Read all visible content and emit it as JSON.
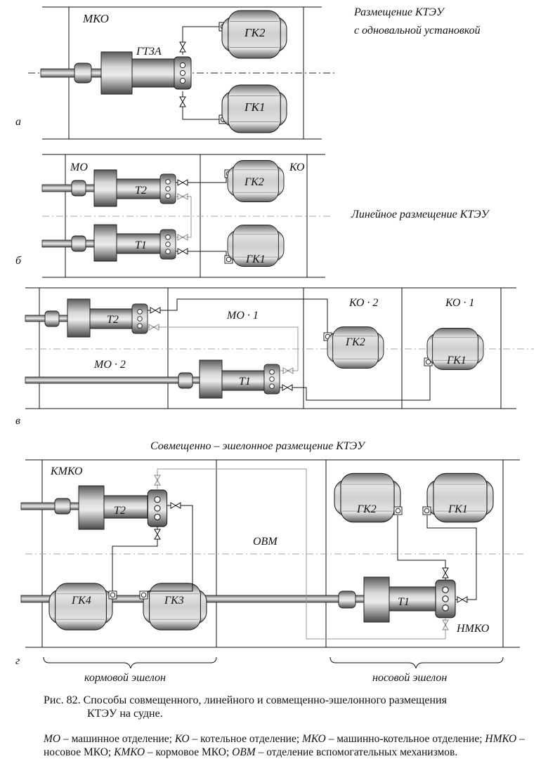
{
  "diagram_a": {
    "letter": "а",
    "title_line1": "Размещение  КТЭУ",
    "title_line2": "с  одновальной  установкой",
    "compartment": "МКО",
    "gear_label": "ГТЗА",
    "boiler1": "ГК2",
    "boiler2": "ГК1"
  },
  "diagram_b": {
    "letter": "б",
    "title": "Линейное  размещение  КТЭУ",
    "engine_room": "МО",
    "boiler_room": "КО",
    "turbine_top": "Т2",
    "turbine_bottom": "Т1",
    "boiler_top": "ГК2",
    "boiler_bottom": "ГК1"
  },
  "diagram_c": {
    "letter": "в",
    "mo2": "МО · 2",
    "mo1": "МО · 1",
    "ko2": "КО · 2",
    "ko1": "КО · 1",
    "turbine_top": "Т2",
    "turbine_bottom": "Т1",
    "boiler_a": "ГК2",
    "boiler_b": "ГК1"
  },
  "diagram_d": {
    "letter": "г",
    "title": "Совмещенно – эшелонное  размещение  КТЭУ",
    "kmko": "КМКО",
    "ovm": "ОВМ",
    "nmko": "НМКО",
    "turbine_aft": "Т2",
    "turbine_fwd": "Т1",
    "boiler_gk4": "ГК4",
    "boiler_gk3": "ГК3",
    "boiler_gk2": "ГК2",
    "boiler_gk1": "ГК1",
    "aft_echelon": "кормовой  эшелон",
    "fwd_echelon": "носовой  эшелон"
  },
  "caption": {
    "line1": "Рис. 82. Способы совмещенного, линейного и совмещенно-эшелонного размещения",
    "line2": "КТЭУ на судне."
  },
  "legend": {
    "mo_abbr": "МО",
    "mo_text": " – машинное отделение;  ",
    "ko_abbr": "КО",
    "ko_text": " – котельное отделение;  ",
    "mko_abbr": "МКО",
    "mko_text": " – машинно-котельное отделение;  ",
    "nmko_abbr": "НМКО",
    "nmko_text": " – носовое МКО;  ",
    "kmko_abbr": "КМКО",
    "kmko_text": " – кормовое МКО;  ",
    "ovm_abbr": "ОВМ",
    "ovm_text": " – отделение вспомогательных механизмов."
  }
}
